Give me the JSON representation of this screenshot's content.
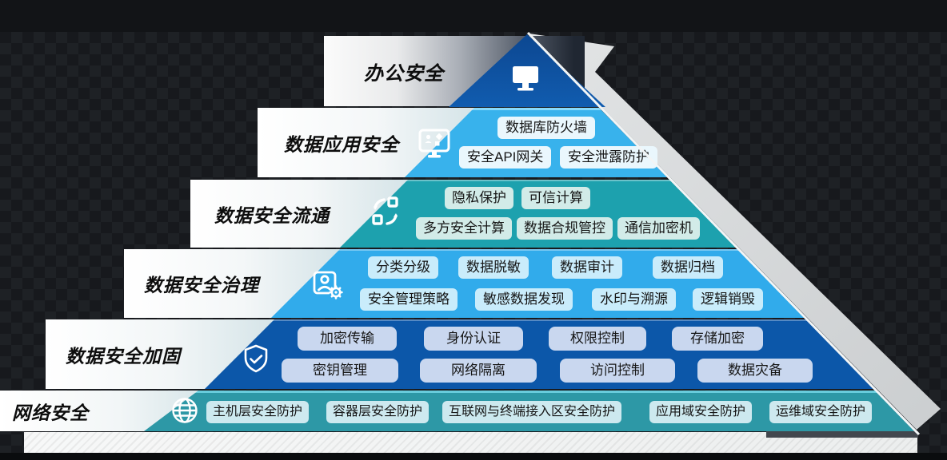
{
  "background": {
    "top_bar_color": "#121417",
    "checker_dark": "#17191d",
    "checker_light": "#1e2125",
    "bottom_bar_color": "#0a0c0e",
    "baseboard_color": "#f0f2f2"
  },
  "arrow": {
    "name": "upward-trend-arrow",
    "color": "#d7d9da",
    "direction": "pointing-up-left"
  },
  "levels": [
    {
      "id": "office-security",
      "label": "办公安全",
      "icon": "monitor-icon",
      "band_color": "#0e4f9e",
      "tags": []
    },
    {
      "id": "data-application-security",
      "label": "数据应用安全",
      "icon": "app-monitor-icon",
      "band_color": "#38b2ec",
      "tag_color": "#eaf7fd",
      "tags": [
        "数据库防火墙",
        "安全API网关",
        "安全泄露防护"
      ]
    },
    {
      "id": "data-secure-circulation",
      "label": "数据安全流通",
      "icon": "data-exchange-icon",
      "band_color": "#1da1ae",
      "tag_color": "#d2ebe8",
      "tags": [
        "隐私保护",
        "可信计算",
        "多方安全计算",
        "数据合规管控",
        "通信加密机"
      ]
    },
    {
      "id": "data-security-governance",
      "label": "数据安全治理",
      "icon": "user-gear-icon",
      "band_color": "#31abeb",
      "tag_color": "#c9ecfb",
      "tags": [
        "分类分级",
        "数据脱敏",
        "数据审计",
        "数据归档",
        "安全管理策略",
        "敏感数据发现",
        "水印与溯源",
        "逻辑销毁"
      ]
    },
    {
      "id": "data-security-hardening",
      "label": "数据安全加固",
      "icon": "shield-check-icon",
      "band_color": "#0c57a9",
      "tag_color": "#c9d7ef",
      "tags": [
        "加密传输",
        "身份认证",
        "权限控制",
        "存储加密",
        "密钥管理",
        "网络隔离",
        "访问控制",
        "数据灾备"
      ]
    },
    {
      "id": "network-security",
      "label": "网络安全",
      "icon": "globe-icon",
      "band_color": "#2d98a6",
      "tag_color": "#cde9ef",
      "tags": [
        "主机层安全防护",
        "容器层安全防护",
        "互联网与终端接入区安全防护",
        "应用域安全防护",
        "运维域安全防护"
      ]
    }
  ]
}
